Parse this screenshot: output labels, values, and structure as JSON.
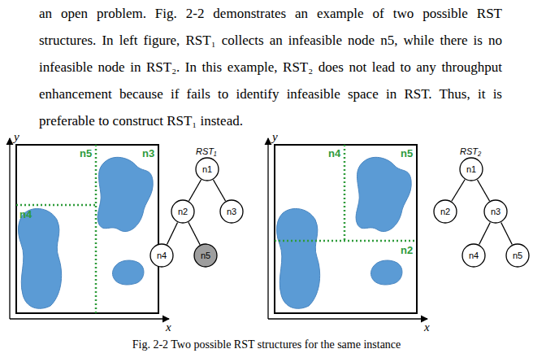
{
  "diagram": {
    "caption": "Fig. 2-2 Two possible RST structures for the same instance",
    "nodes": [
      {
        "text": [
          "n1"
        ]
      },
      {
        "text": [
          "n2"
        ]
      },
      {
        "text": [
          "n3"
        ]
      },
      {
        "text": [
          "n4"
        ]
      },
      {
        "text": [
          "n5"
        ]
      },
      {
        "text": [
          "n1"
        ]
      },
      {
        "text": [
          "n2"
        ]
      },
      {
        "text": [
          "n3"
        ]
      },
      {
        "text": [
          "n4"
        ]
      },
      {
        "text": [
          "n5"
        ]
      }
    ],
    "edges": [
      {
        "from": 0,
        "to": 1,
        "arrow": "none"
      },
      {
        "from": 0,
        "to": 2,
        "arrow": "none"
      },
      {
        "from": 1,
        "to": 3,
        "arrow": "none"
      },
      {
        "from": 1,
        "to": 4,
        "arrow": "none"
      },
      {
        "from": 5,
        "to": 6,
        "arrow": "none"
      },
      {
        "from": 5,
        "to": 7,
        "arrow": "none"
      },
      {
        "from": 7,
        "to": 8,
        "arrow": "none"
      },
      {
        "from": 7,
        "to": 9,
        "arrow": "none"
      }
    ],
    "labels": [
      "an open problem. Fig. 2-2 demonstrates an example of two possible RST structures. In left figure, RST₁ collects an infeasible node n5, while there is no infeasible node in RST₂. In this example, RST₂ does not lead to any throughput enhancement because if fails to identify infeasible space in RST. Thus, it is preferable to construct RST₁ instead.",
      "y",
      "x",
      "n5",
      "n3",
      "n4",
      "RST₁",
      "y",
      "x",
      "n4",
      "n5",
      "n2",
      "RST₂"
    ]
  }
}
